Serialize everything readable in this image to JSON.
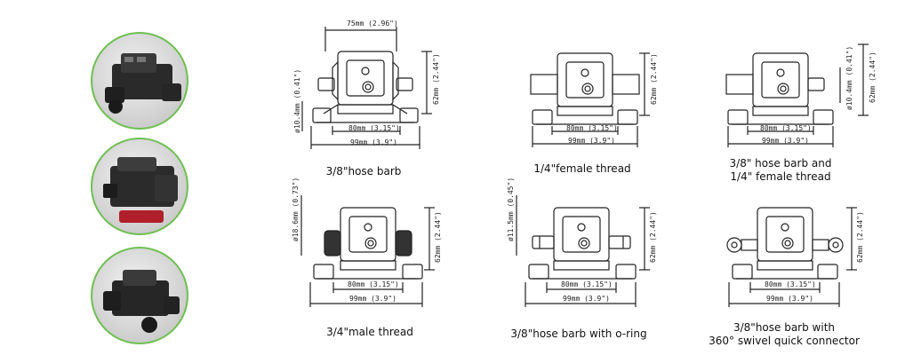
{
  "photos": [
    {
      "name": "pump-photo-1"
    },
    {
      "name": "pump-photo-2"
    },
    {
      "name": "pump-photo-3"
    }
  ],
  "drawings": [
    {
      "id": "d1",
      "caption": [
        "3/8\"hose barb"
      ],
      "dims": {
        "top": "75mm (2.96\")",
        "height": "62mm (2.44\")",
        "mid": "80mm (3.15\")",
        "bottom": "99mm (3.9\")",
        "left": "ø10.4mm (0.41\")"
      }
    },
    {
      "id": "d2",
      "caption": [
        "1/4\"female thread"
      ],
      "dims": {
        "height": "62mm (2.44\")",
        "mid": "80mm (3.15\")",
        "bottom": "99mm (3.9\")"
      }
    },
    {
      "id": "d3",
      "caption": [
        "3/8\" hose barb and",
        "1/4\" female thread"
      ],
      "dims": {
        "height": "62mm (2.44\")",
        "mid": "80mm (3.15\")",
        "bottom": "99mm (3.9\")",
        "right": "ø10.4mm (0.41\")"
      }
    },
    {
      "id": "d4",
      "caption": [
        "3/4\"male thread"
      ],
      "dims": {
        "height": "62mm (2.44\")",
        "mid": "80mm (3.15\")",
        "bottom": "99mm (3.9\")",
        "left": "ø18.6mm (0.73\")"
      }
    },
    {
      "id": "d5",
      "caption": [
        "3/8\"hose barb with o-ring"
      ],
      "dims": {
        "height": "62mm (2.44\")",
        "mid": "80mm (3.15\")",
        "bottom": "99mm (3.9\")",
        "left": "ø11.5mm (0.45\")"
      }
    },
    {
      "id": "d6",
      "caption": [
        "3/8\"hose barb with",
        "360° swivel quick connector"
      ],
      "dims": {
        "height": "62mm (2.44\")",
        "mid": "80mm (3.15\")",
        "bottom": "99mm (3.9\")"
      }
    }
  ]
}
